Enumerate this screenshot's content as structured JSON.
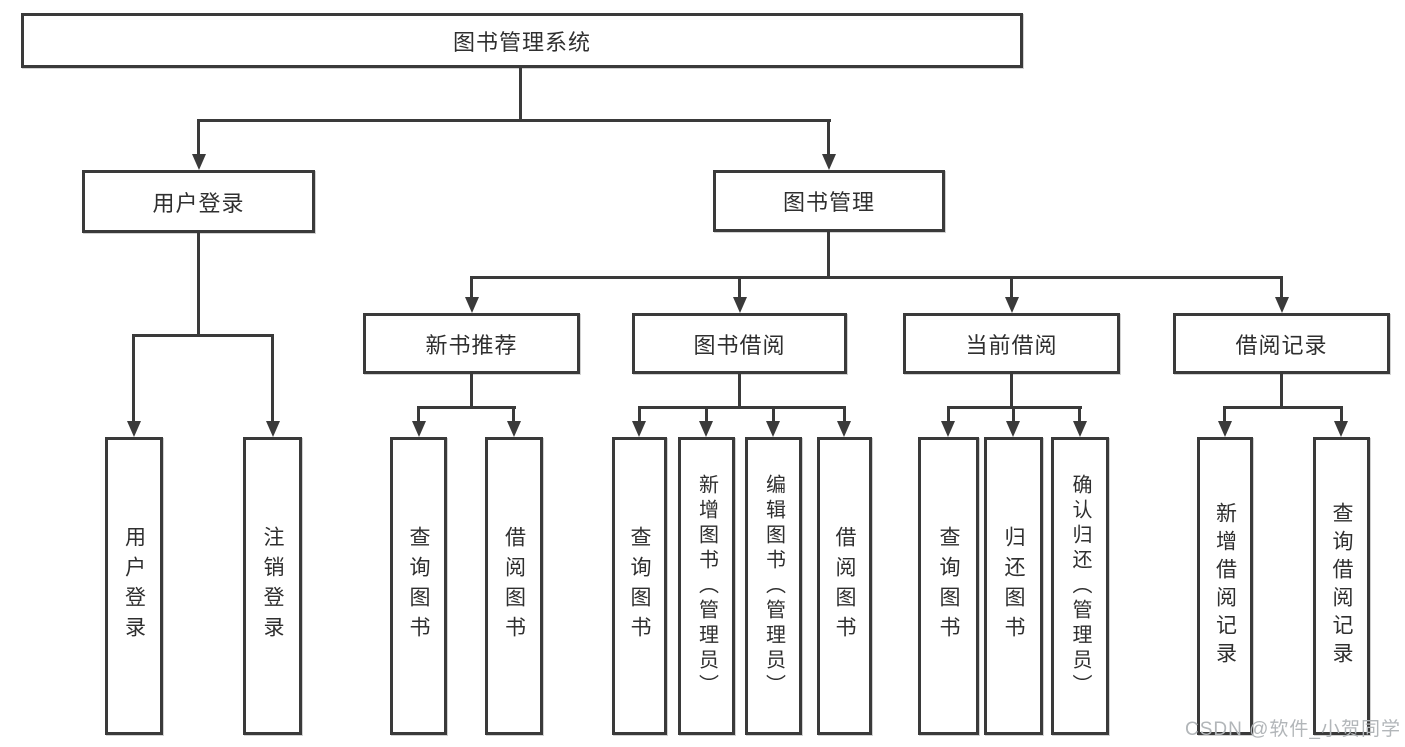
{
  "colors": {
    "line": "#3a3a3a",
    "text": "#2f2f2f",
    "watermark_gray": "#b2b6b9",
    "background": "#ffffff"
  },
  "watermark": {
    "text": "CSDN @软件_小贺同学"
  },
  "tree": {
    "root": "图书管理系统",
    "branches": [
      {
        "label": "用户登录",
        "children": [
          "用户登录",
          "注销登录"
        ]
      },
      {
        "label": "图书管理",
        "children": [
          {
            "label": "新书推荐",
            "children": [
              "查询图书",
              "借阅图书"
            ]
          },
          {
            "label": "图书借阅",
            "children": [
              "查询图书",
              "新增图书（管理员）",
              "编辑图书（管理员）",
              "借阅图书"
            ]
          },
          {
            "label": "当前借阅",
            "children": [
              "查询图书",
              "归还图书",
              "确认归还（管理员）"
            ]
          },
          {
            "label": "借阅记录",
            "children": [
              "新增借阅记录",
              "查询借阅记录"
            ]
          }
        ]
      }
    ]
  }
}
